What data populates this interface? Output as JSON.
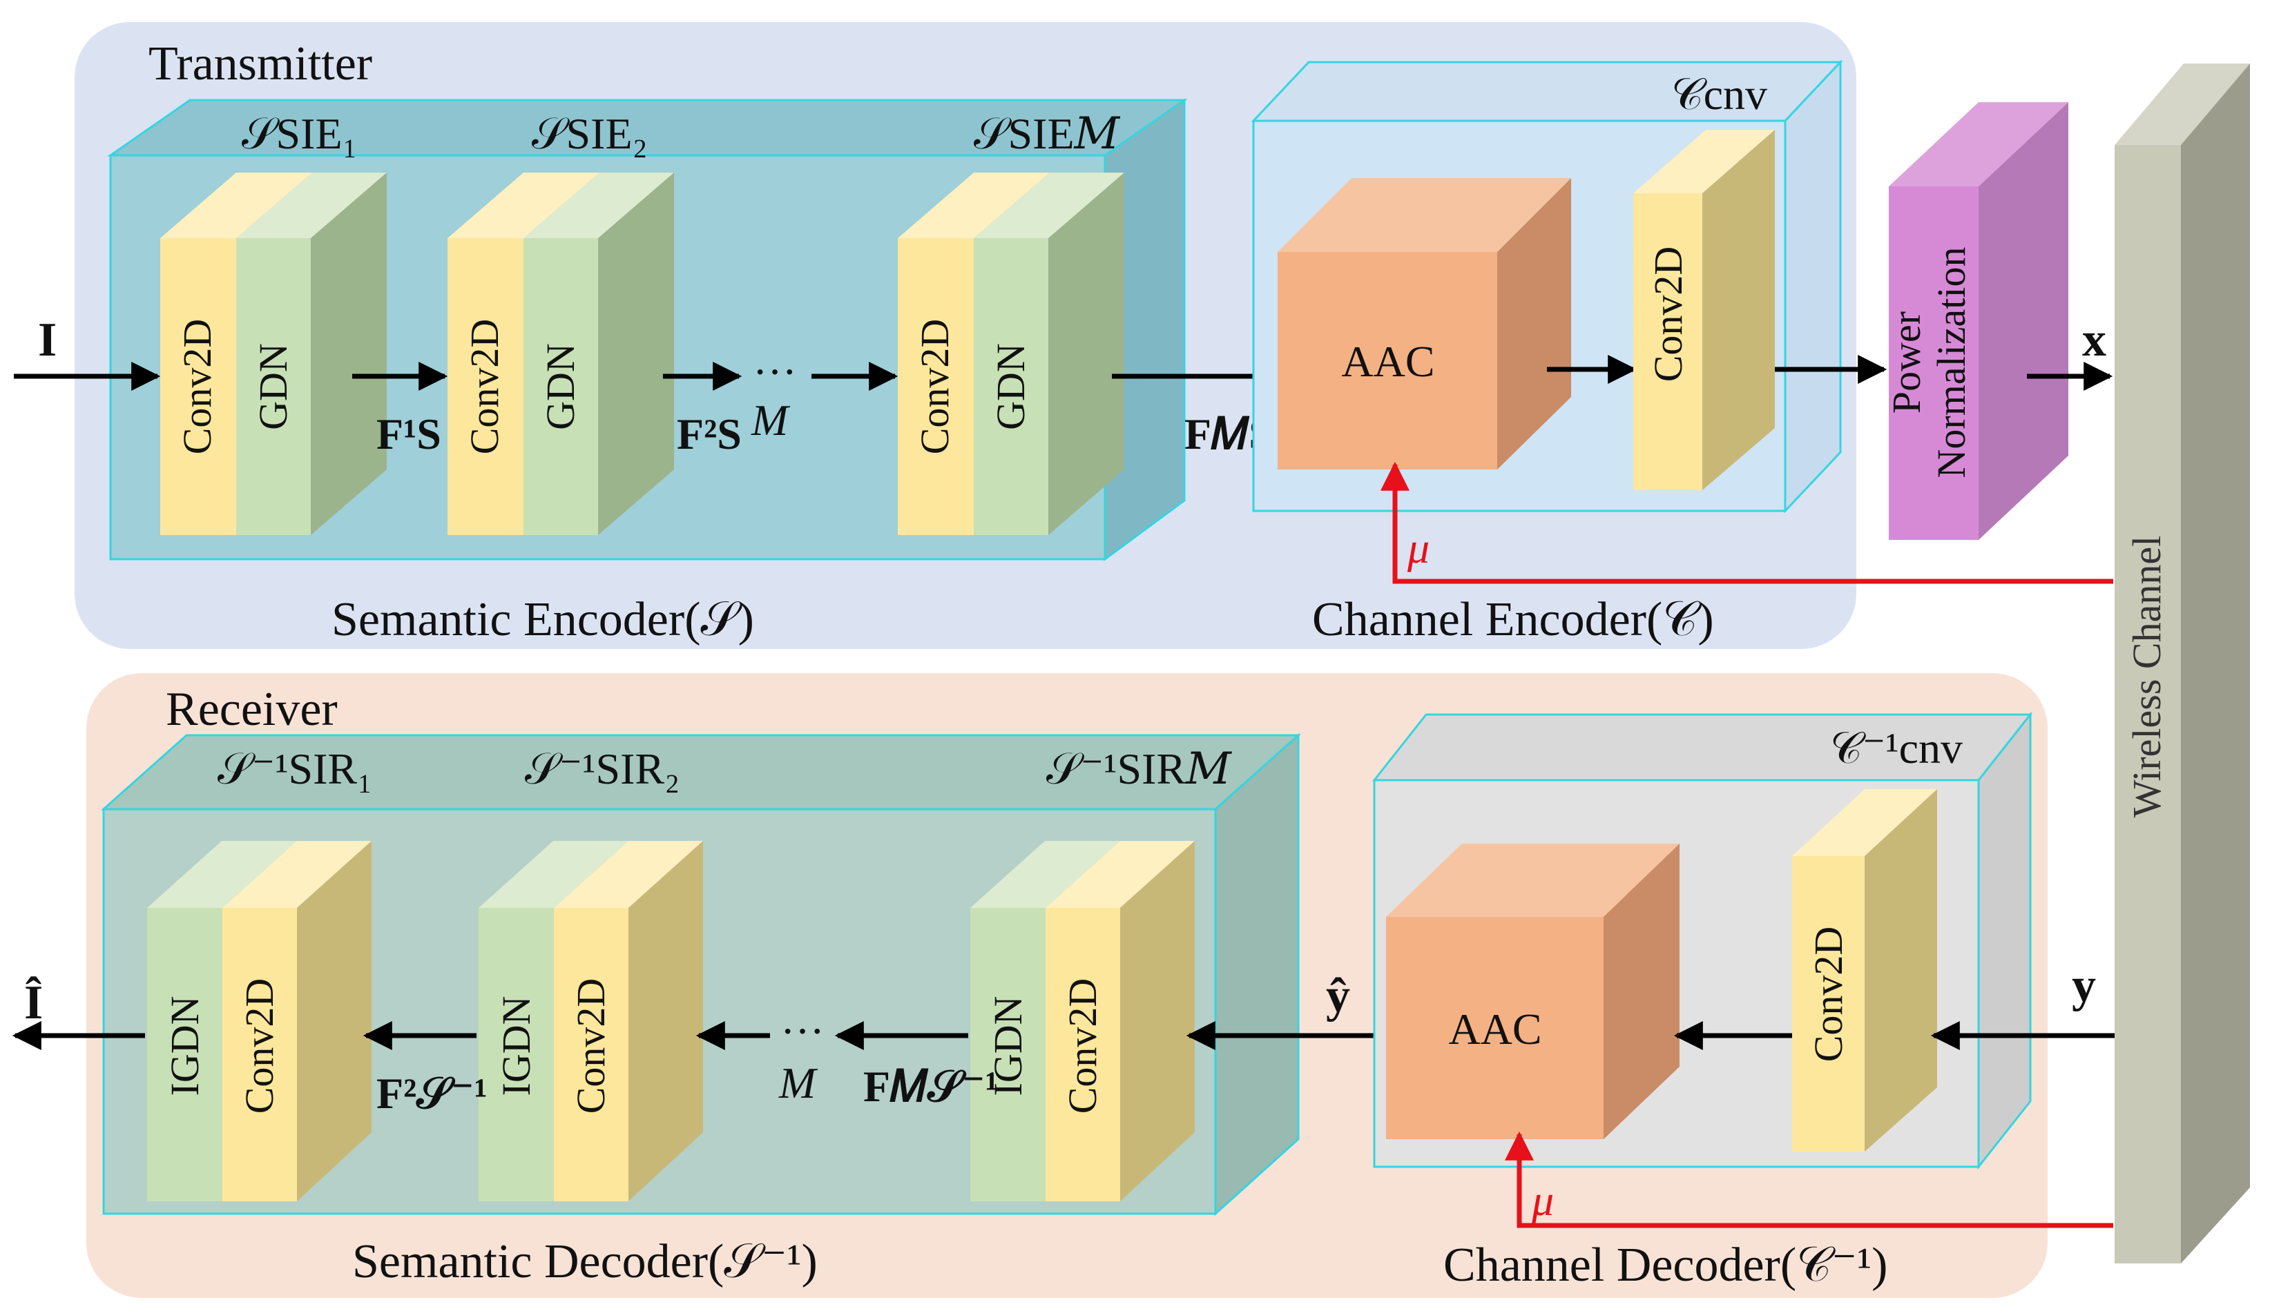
{
  "panels": {
    "transmitter": {
      "title": "Transmitter"
    },
    "receiver": {
      "title": "Receiver"
    }
  },
  "encoder": {
    "caption": "Semantic Encoder(𝒮)",
    "blocks": [
      {
        "label": "𝒮SIE₁",
        "left": "Conv2D",
        "right": "GDN"
      },
      {
        "label": "𝒮SIE₂",
        "left": "Conv2D",
        "right": "GDN"
      },
      {
        "label": "𝒮SIE𝑀",
        "left": "Conv2D",
        "right": "GDN"
      }
    ],
    "features": [
      "F¹S",
      "F²S",
      "F𝑀S"
    ],
    "ellipsis": "···",
    "ellipsis_m": "M",
    "input": "I"
  },
  "channel_encoder": {
    "caption": "Channel Encoder(𝒞)",
    "label": "𝒞cnv",
    "aac": "AAC",
    "conv": "Conv2D",
    "mu": "μ"
  },
  "power_norm": {
    "line1": "Power",
    "line2": "Normalization"
  },
  "channel": {
    "label": "Wireless  Channel",
    "tx_out": "x",
    "rx_in": "y"
  },
  "channel_decoder": {
    "caption": "Channel Decoder(𝒞⁻¹)",
    "label": "𝒞⁻¹cnv",
    "aac": "AAC",
    "conv": "Conv2D",
    "mu": "μ",
    "output": "ŷ"
  },
  "decoder": {
    "caption": "Semantic Decoder(𝒮⁻¹)",
    "blocks": [
      {
        "label": "𝒮⁻¹SIR₁",
        "left": "IGDN",
        "right": "Conv2D"
      },
      {
        "label": "𝒮⁻¹SIR₂",
        "left": "IGDN",
        "right": "Conv2D"
      },
      {
        "label": "𝒮⁻¹SIR𝑀",
        "left": "IGDN",
        "right": "Conv2D"
      }
    ],
    "features": [
      "F²𝒮⁻¹",
      "F𝑀𝒮⁻¹"
    ],
    "ellipsis": "···",
    "ellipsis_m": "M",
    "output": "Î"
  },
  "colors": {
    "tx_bg": "#dbe3f3",
    "rx_bg": "#f8e2d6",
    "enc_box": "#9fcfd8",
    "dec_box": "#b4d0c8",
    "conv": "#fde79c",
    "gdn": "#c7e0b6",
    "aac": "#f4b183",
    "power": "#d68ad6",
    "channel": "#c9c9b8",
    "mu": "#e8101a"
  }
}
